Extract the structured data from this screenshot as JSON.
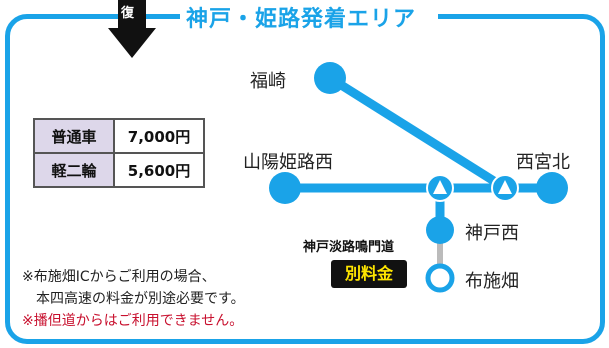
{
  "title": "神戸・姫路発着エリア",
  "arrow_label": "復",
  "fares": [
    {
      "vehicle": "普通車",
      "price": "7,000円"
    },
    {
      "vehicle": "軽二輪",
      "price": "5,600円"
    }
  ],
  "stations": {
    "fukuzaki": "福崎",
    "sanyo_himeji_nishi": "山陽姫路西",
    "nishinomiya_kita": "西宮北",
    "kobe_nishi": "神戸西",
    "fusehata": "布施畑"
  },
  "road_name": "神戸淡路鳴門道",
  "extra_fee_label": "別料金",
  "notes": {
    "line1": "※布施畑ICからご利用の場合、",
    "line2": "本四高速の料金が別途必要です。",
    "line3": "※播但道からはご利用できません。"
  },
  "colors": {
    "accent": "#1aa3e8",
    "warning": "#c8102e",
    "badge_text": "#ffe600"
  }
}
